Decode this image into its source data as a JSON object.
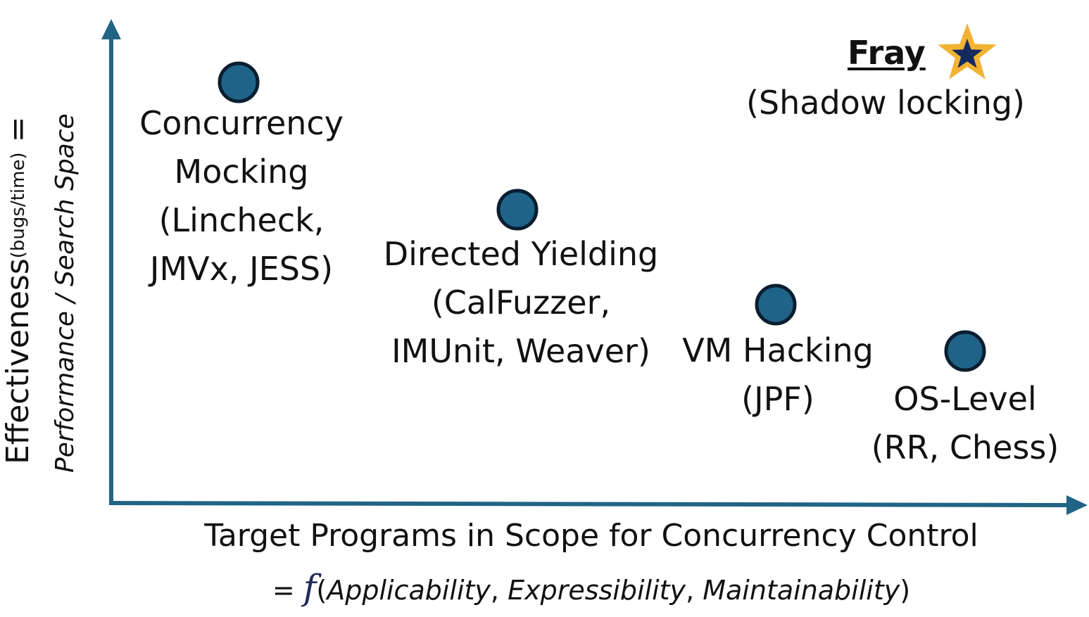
{
  "axes": {
    "y_label_main": "Effectiveness",
    "y_label_sub": "(bugs/time)",
    "y_label_eq": "=",
    "y_label_formula": "Performance / Search Space",
    "x_label_main": "Target Programs in Scope for Concurrency Control",
    "x_label_eq": "=",
    "x_label_f": "f",
    "x_label_open": "(",
    "x_label_arg1": "Applicability",
    "x_label_sep1": ", ",
    "x_label_arg2": "Expressibility",
    "x_label_sep2": ", ",
    "x_label_arg3": "Maintainability",
    "x_label_close": ")"
  },
  "points": [
    {
      "id": "concurrency-mocking",
      "lines": [
        "Concurrency",
        "Mocking",
        "(Lincheck,",
        "JMVx, JESS)"
      ]
    },
    {
      "id": "directed-yielding",
      "lines": [
        "Directed Yielding",
        "(CalFuzzer,",
        "IMUnit, Weaver)"
      ]
    },
    {
      "id": "vm-hacking",
      "lines": [
        "VM Hacking",
        "(JPF)"
      ]
    },
    {
      "id": "os-level",
      "lines": [
        "OS-Level",
        "(RR, Chess)"
      ]
    }
  ],
  "highlight": {
    "name": "Fray",
    "subtitle": "(Shadow locking)",
    "marker": "star-icon"
  },
  "colors": {
    "axis": "#216485",
    "point_fill": "#1f6488",
    "point_stroke": "#0a1e30",
    "star_outer": "#f2b233",
    "star_inner": "#132a5e",
    "text": "#111111"
  }
}
